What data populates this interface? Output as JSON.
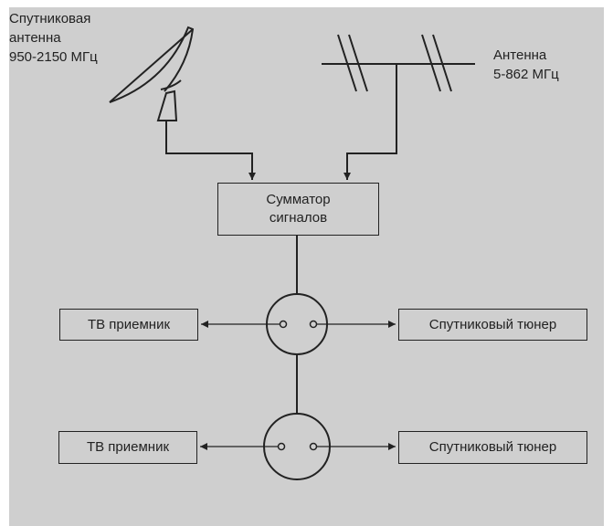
{
  "colors": {
    "background": "#cfcfcf",
    "line": "#222222",
    "page": "#ffffff"
  },
  "satellite_antenna": {
    "icon": "satellite-dish-icon",
    "label_line1": "Спутниковая",
    "label_line2": "антенна",
    "label_line3": "950-2150 МГц"
  },
  "terrestrial_antenna": {
    "icon": "tv-antenna-icon",
    "label_line1": "Антенна",
    "label_line2": "5-862 МГц"
  },
  "combiner": {
    "line1": "Сумматор",
    "line2": "сигналов"
  },
  "outlets": [
    {
      "left_label": "ТВ приемник",
      "right_label": "Спутниковый тюнер"
    },
    {
      "left_label": "ТВ приемник",
      "right_label": "Спутниковый тюнер"
    }
  ]
}
